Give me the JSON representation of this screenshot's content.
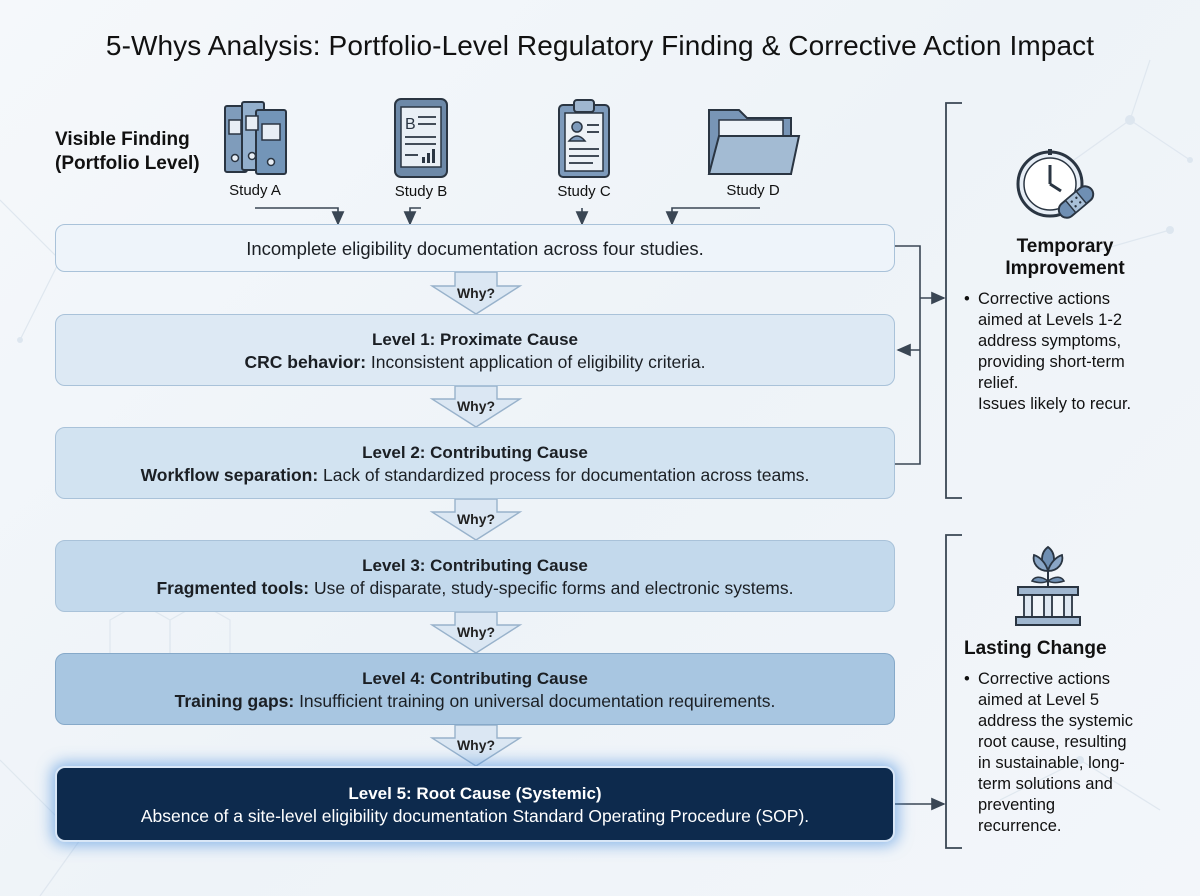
{
  "title": "5-Whys Analysis: Portfolio-Level Regulatory Finding & Corrective Action Impact",
  "visible_finding": {
    "line1": "Visible Finding",
    "line2": "(Portfolio Level)"
  },
  "studies": [
    {
      "label": "Study A",
      "icon": "binders-icon"
    },
    {
      "label": "Study B",
      "icon": "tablet-document-icon"
    },
    {
      "label": "Study C",
      "icon": "clipboard-profile-icon"
    },
    {
      "label": "Study D",
      "icon": "folder-icon"
    }
  ],
  "finding_text": "Incomplete eligibility documentation across four studies.",
  "why_label": "Why?",
  "levels": [
    {
      "heading": "Level 1: Proximate Cause",
      "key": "CRC behavior:",
      "text": " Inconsistent application of eligibility criteria."
    },
    {
      "heading": "Level 2: Contributing Cause",
      "key": "Workflow separation:",
      "text": " Lack of standardized process for documentation across teams."
    },
    {
      "heading": "Level 3: Contributing Cause",
      "key": "Fragmented tools:",
      "text": " Use of disparate, study-specific forms and electronic systems."
    },
    {
      "heading": "Level 4: Contributing Cause",
      "key": "Training gaps:",
      "text": " Insufficient training on universal documentation requirements."
    },
    {
      "heading": "Level 5: Root Cause (Systemic)",
      "key": "",
      "text": "Absence of a site-level eligibility documentation Standard Operating Procedure (SOP)."
    }
  ],
  "temporary": {
    "title1": "Temporary",
    "title2": "Improvement",
    "icon": "clock-bandage-icon",
    "bullet_lines": [
      "Corrective actions",
      "aimed at Levels 1-2",
      "address symptoms,",
      "providing short-term",
      "relief.",
      "Issues likely to recur."
    ]
  },
  "lasting": {
    "title": "Lasting Change",
    "icon": "flower-pillars-icon",
    "bullet_lines": [
      "Corrective actions",
      "aimed at Level 5",
      "address the systemic",
      "root cause, resulting",
      "in sustainable, long-",
      "term solutions and",
      "preventing",
      "recurrence."
    ]
  },
  "colors": {
    "level0_fill": "#eef4fa",
    "level1_fill": "#dde9f4",
    "level2_fill": "#d2e3f1",
    "level3_fill": "#c3d9ec",
    "level4_fill": "#a8c6e1",
    "level5_fill": "#0d2a4d",
    "connector": "#3a4654"
  }
}
